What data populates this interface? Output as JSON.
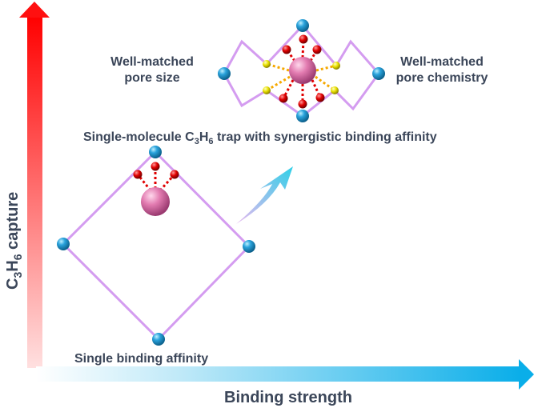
{
  "labels": {
    "y_axis": {
      "prefix": "C",
      "sub1": "3",
      "mid": "H",
      "sub2": "6",
      "suffix": " capture"
    },
    "x_axis": "Binding strength",
    "left_top": [
      "Well-matched",
      "pore size"
    ],
    "right_top": [
      "Well-matched",
      "pore chemistry"
    ],
    "trap": {
      "prefix": "Single-molecule C",
      "sub1": "3",
      "mid": "H",
      "sub2": "6",
      "suffix": " trap with synergistic binding affinity"
    },
    "single": "Single binding affinity"
  },
  "colors": {
    "text": "#3b4659",
    "framework": "#d49cf0",
    "metal": "#2aa3dc",
    "guest": "#e27bb0",
    "oxygen": "#e00000",
    "site": "#e8e000",
    "y_arrow": "#ff0000",
    "x_arrow": "#0fb0ea"
  }
}
